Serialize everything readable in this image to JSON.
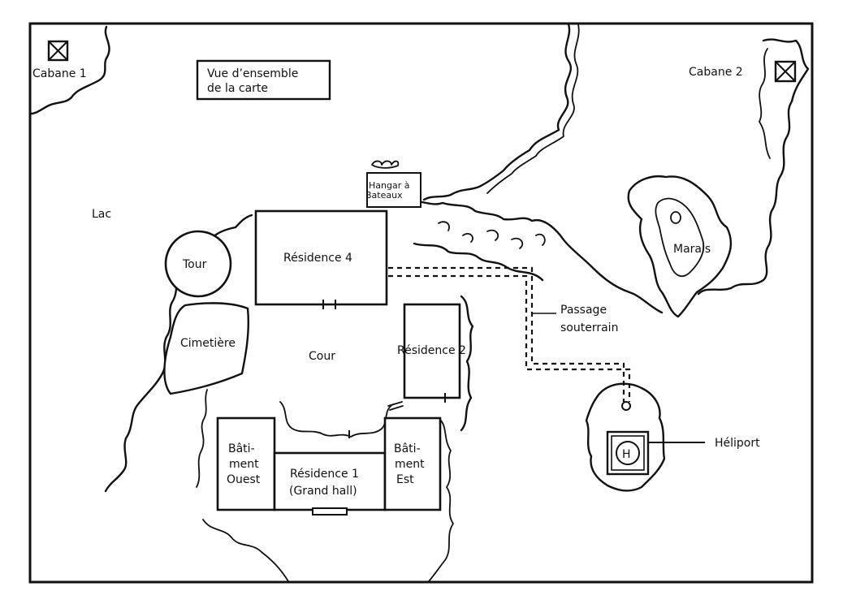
{
  "map": {
    "title_line1": "Vue d’ensemble",
    "title_line2": "de la carte",
    "labels": {
      "cabane1": "Cabane 1",
      "cabane2": "Cabane 2",
      "lac": "Lac",
      "hangar_line1": "Hangar à",
      "hangar_line2": "Bateaux",
      "tour": "Tour",
      "residence4": "Résidence 4",
      "cimetiere": "Cimetière",
      "cour": "Cour",
      "residence2": "Résidence 2",
      "marais": "Marais",
      "passage_line1": "Passage",
      "passage_line2": "souterrain",
      "heliport": "Héliport",
      "ouest_line1": "Bâti-",
      "ouest_line2": "ment",
      "ouest_line3": "Ouest",
      "est_line1": "Bâti-",
      "est_line2": "ment",
      "est_line3": "Est",
      "residence1_line1": "Résidence 1",
      "residence1_line2": "(Grand hall)",
      "helipad_letter": "H"
    },
    "colors": {
      "ink": "#111111",
      "paper": "#ffffff"
    }
  }
}
